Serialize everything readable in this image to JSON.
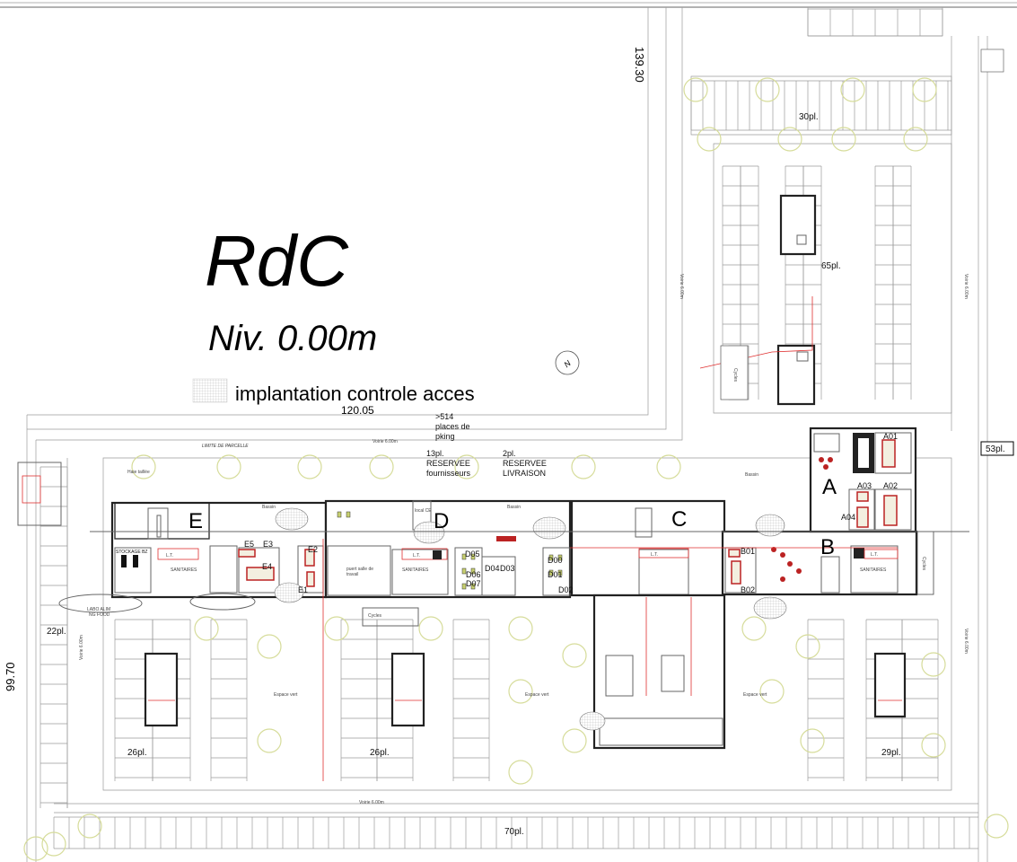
{
  "title": {
    "main": "RdC",
    "level": "Niv. 0.00m"
  },
  "legend": {
    "label": "implantation controle acces"
  },
  "dimensions": {
    "width_top": "120.05",
    "depth_right": "139.30",
    "depth_left": "99.70"
  },
  "parking_note": {
    "line1": ">514",
    "line2": "places de",
    "line3": "pking"
  },
  "parcel_limit": "LIMITE DE PARCELLE",
  "road_label": "Voirie 6.00m",
  "hedge_label": "Haie taillée",
  "reserved": [
    {
      "count": "13pl.",
      "line1": "RESERVEE",
      "line2": "fournisseurs"
    },
    {
      "count": "2pl.",
      "line1": "RESERVEE",
      "line2": "LIVRAISON"
    }
  ],
  "parking_counts": {
    "top": "30pl.",
    "upper_right": "65pl.",
    "right": "53pl.",
    "left": "22pl.",
    "bottom_left_1": "26pl.",
    "bottom_left_2": "26pl.",
    "bottom_right": "29pl.",
    "bottom": "70pl."
  },
  "buildings": {
    "a": "A",
    "b": "B",
    "c": "C",
    "d": "D",
    "e": "E"
  },
  "rooms": {
    "a01": "A01",
    "a02": "A02",
    "a03": "A03",
    "a04": "A04",
    "b01": "B01",
    "b02": "B02",
    "d00": "D00",
    "d01": "D01",
    "d02": "D02",
    "d03": "D03",
    "d04": "D04",
    "d05": "D05",
    "d06": "D06",
    "d07": "D07",
    "e1": "E1",
    "e2": "E2",
    "e3": "E3",
    "e4": "E4",
    "e5": "E5"
  },
  "labels": {
    "bassin": "Bassin",
    "espace_vert": "Espace vert",
    "cycles": "Cycles",
    "stockage": "STOCKAGE BZ",
    "sanitaires": "SANITAIRES",
    "lt": "L.T.",
    "local_ce": "local CE",
    "salle_travail_1": "puert salle de",
    "salle_travail_2": "travail",
    "labo_1": "LABO ALIM",
    "labo_2": "NG FOOD"
  },
  "colors": {
    "walls": "#222222",
    "annotations": "#e03030",
    "trees": "#d6dc9a"
  }
}
